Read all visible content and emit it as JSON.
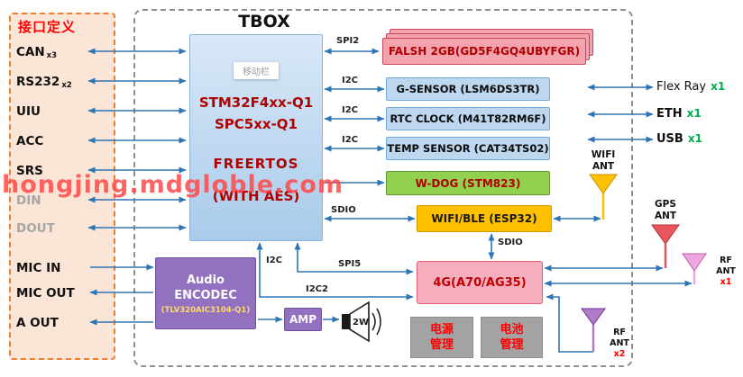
{
  "watermark": "hongjing.mdgloble.com",
  "left_panel": {
    "title": "接口定义",
    "items": [
      {
        "label": "CAN",
        "sub": "x3"
      },
      {
        "label": "RS232",
        "sub": "x2"
      },
      {
        "label": "UIU",
        "sub": ""
      },
      {
        "label": "ACC",
        "sub": ""
      },
      {
        "label": "SRS",
        "sub": ""
      },
      {
        "label": "DIN",
        "sub": ""
      },
      {
        "label": "DOUT",
        "sub": ""
      },
      {
        "label": "MIC IN",
        "sub": ""
      },
      {
        "label": "MIC OUT",
        "sub": ""
      },
      {
        "label": "A OUT",
        "sub": ""
      }
    ]
  },
  "tbox": {
    "title": "TBOX",
    "mcu": {
      "overlay": "移动栏",
      "line1": "STM32F4xx-Q1",
      "line2": "SPC5xx-Q1",
      "line3": "FREERTOS",
      "line4": "(WITH AES)"
    },
    "flash": "FALSH 2GB(GD5F4GQ4UBYFGR)",
    "g_sensor": "G-SENSOR (LSM6DS3TR)",
    "rtc": "RTC CLOCK (M41T82RM6F)",
    "temp_sensor": "TEMP SENSOR (CAT34TS02)",
    "watchdog": "W-DOG (STM823)",
    "wifi_ble": "WIFI/BLE (ESP32)",
    "modem_4g": "4G(A70/AG35)",
    "power_mgmt": {
      "line1": "电源",
      "line2": "管理"
    },
    "battery_mgmt": {
      "line1": "电池",
      "line2": "管理"
    },
    "audio": {
      "line1": "Audio",
      "line2": "ENCODEC",
      "line3": "(TLV320AIC3104-Q1)"
    },
    "amp": "AMP",
    "speaker_power": "2W"
  },
  "bus_labels": {
    "spi2": "SPI2",
    "i2c_gsensor": "I2C",
    "i2c_rtc": "I2C",
    "i2c_temp": "I2C",
    "sdio_wifi": "SDIO",
    "i2c_audio": "I2C",
    "spi5": "SPI5",
    "i2c2": "I2C2",
    "sdio_4g": "SDIO"
  },
  "external": {
    "flexray": {
      "label": "Flex Ray",
      "count": "x1"
    },
    "eth": {
      "label": "ETH",
      "count": "x1"
    },
    "usb": {
      "label": "USB",
      "count": "x1"
    },
    "wifi_ant": {
      "line1": "WIFI",
      "line2": "ANT"
    },
    "gps_ant": {
      "line1": "GPS",
      "line2": "ANT"
    },
    "rf_ant_1": {
      "label": "RF ANT",
      "count": "x1"
    },
    "rf_ant_2": {
      "label": "RF ANT",
      "count": "x2"
    }
  },
  "colors": {
    "arrow_blue": "#2E75B6",
    "panel_bg": "#FBE5D6",
    "panel_border": "#ED7D31",
    "mcu_text_red": "#B00000",
    "flash_pink": "#F2A3AE",
    "sensor_blue": "#BDD7EE",
    "wdog_green": "#92D050",
    "wifi_orange": "#FFC000",
    "modem_pink": "#F6AEBE",
    "gray_block": "#A3A3A3",
    "audio_purple": "#9271C1",
    "count_green": "#00B050",
    "count_red": "#FF0000"
  }
}
